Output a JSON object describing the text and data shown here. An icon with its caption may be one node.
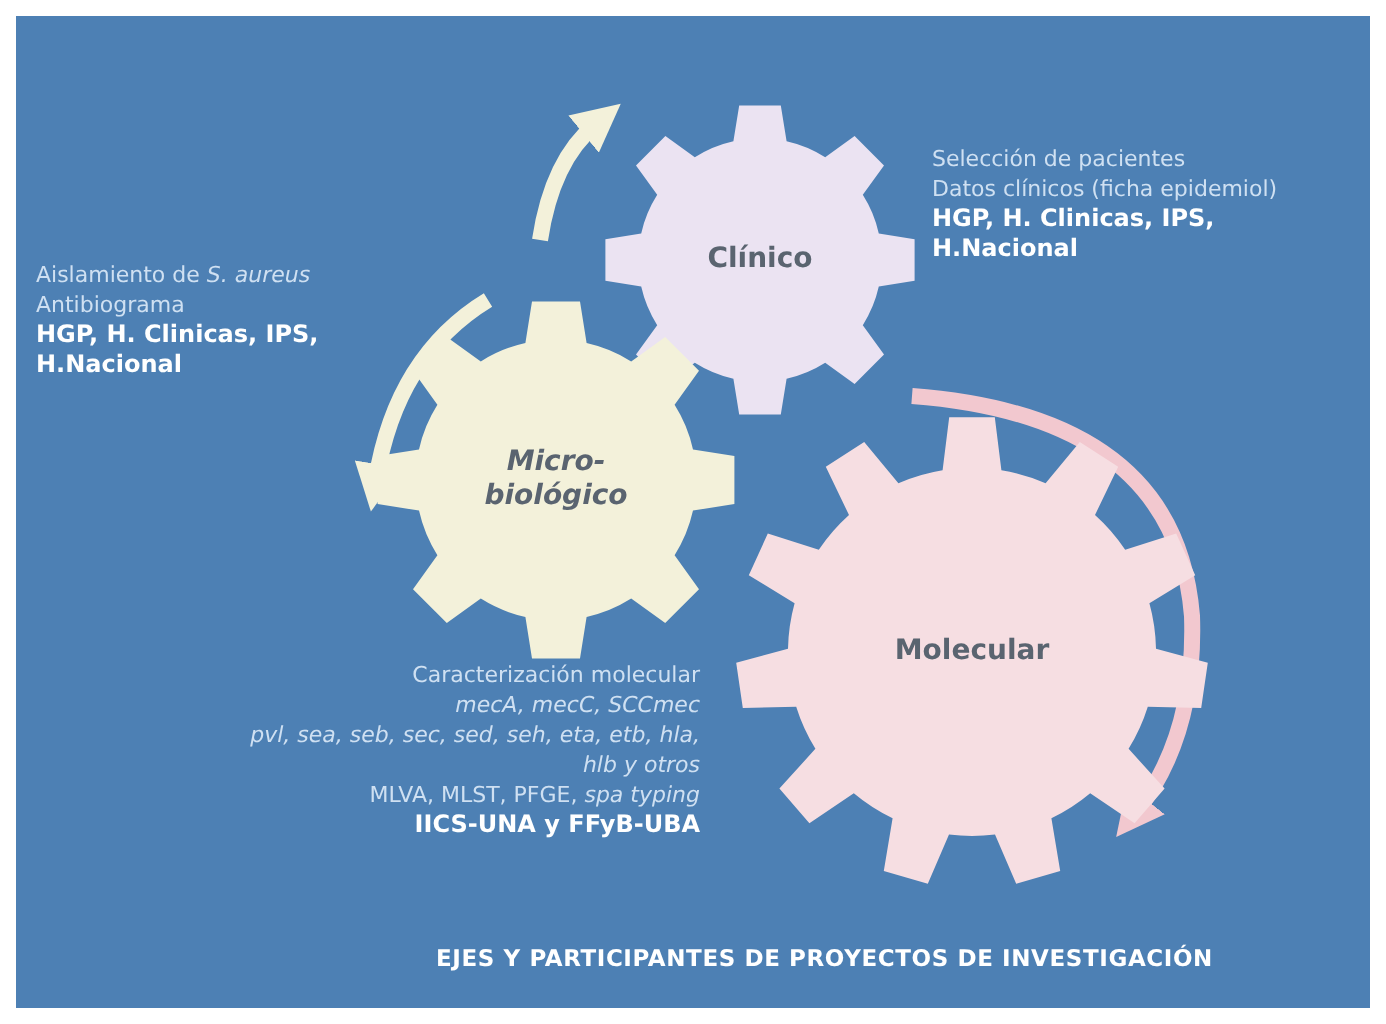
{
  "diagram": {
    "caption": "EJES Y PARTICIPANTES DE PROYECTOS DE INVESTIGACIÓN",
    "nodes": [
      {
        "text": [
          "Clínico"
        ],
        "beside": [
          "Selección de pacientes",
          "Datos clínicos (ficha epidemiol)",
          "HGP, H. Clinicas, IPS, H.Nacional"
        ]
      },
      {
        "text": [
          "Micro-biológico"
        ],
        "beside": [
          "Aislamiento de *S. aureus*",
          "Antibiograma",
          "HGP, H. Clinicas, IPS, H.Nacional"
        ]
      },
      {
        "text": [
          "Molecular"
        ],
        "beside": [
          "Caracterización molecular",
          "*mecA, mecC, SCCmec*",
          "*pvl, sea, seb, sec, sed, seh, eta, etb, hla, hlb y otros*",
          "MLVA, MLST, PFGE, *spa typing*",
          "IICS-UNA y FFyB-UBA"
        ]
      }
    ]
  }
}
